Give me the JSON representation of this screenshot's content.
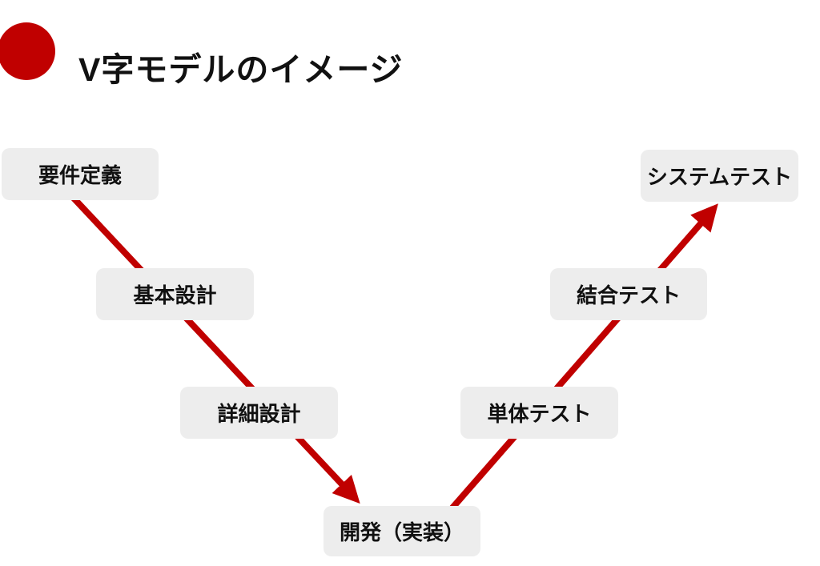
{
  "title": {
    "text": "V字モデルのイメージ"
  },
  "colors": {
    "accent": "#C00000",
    "node_bg": "#EDEDED",
    "text": "#111111",
    "background": "#FFFFFF"
  },
  "diagram": {
    "type": "v-model-process-flow",
    "nodes": [
      {
        "id": "requirements",
        "label": "要件定義"
      },
      {
        "id": "basic-design",
        "label": "基本設計"
      },
      {
        "id": "detailed-design",
        "label": "詳細設計"
      },
      {
        "id": "development",
        "label": "開発（実装）"
      },
      {
        "id": "unit-test",
        "label": "単体テスト"
      },
      {
        "id": "integration-test",
        "label": "結合テスト"
      },
      {
        "id": "system-test",
        "label": "システムテスト"
      }
    ],
    "arrows": [
      {
        "name": "descending-arrow",
        "from": "要件定義",
        "to": "開発（実装）",
        "direction": "down-right"
      },
      {
        "name": "ascending-arrow",
        "from": "開発（実装）",
        "to": "システムテスト",
        "direction": "up-right"
      }
    ]
  }
}
